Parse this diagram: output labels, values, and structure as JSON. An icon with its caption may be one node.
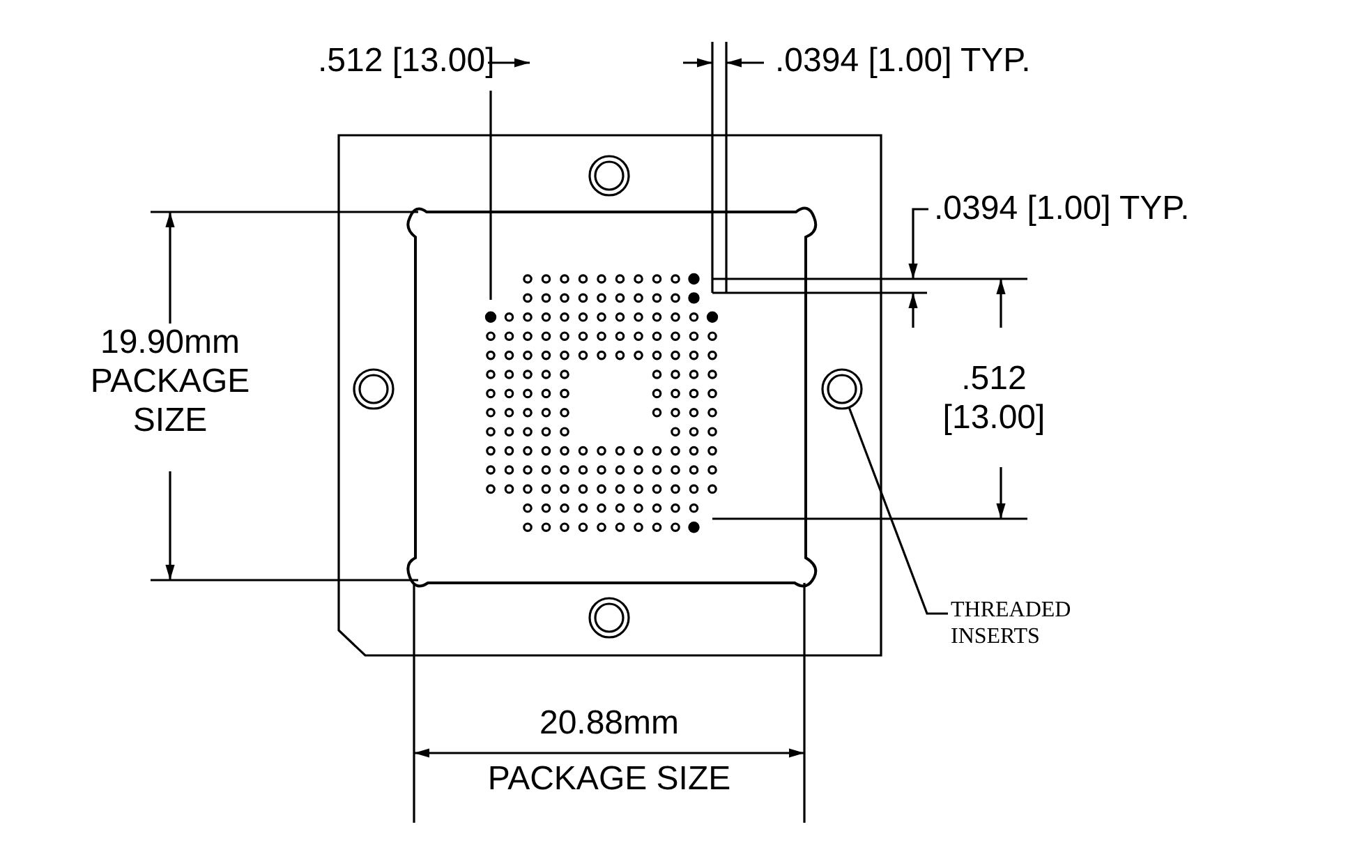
{
  "diagram": {
    "nodes": [
      {
        "text": [
          "THREADED INSERTS"
        ]
      },
      {
        "text": [],
        "shape": "circle"
      },
      {
        "text": [],
        "shape": "circle"
      },
      {
        "text": [],
        "shape": "circle"
      },
      {
        "text": [],
        "shape": "circle"
      }
    ],
    "edges": [
      {
        "from": 0,
        "to": 3,
        "arrow": "none"
      }
    ],
    "labels": [
      ".512 [13.00]",
      ".0394 [1.00] TYP.",
      ".0394 [1.00] TYP.",
      "19.90mm PACKAGE SIZE",
      ".512 [13.00]",
      "20.88mm",
      "PACKAGE SIZE"
    ]
  }
}
